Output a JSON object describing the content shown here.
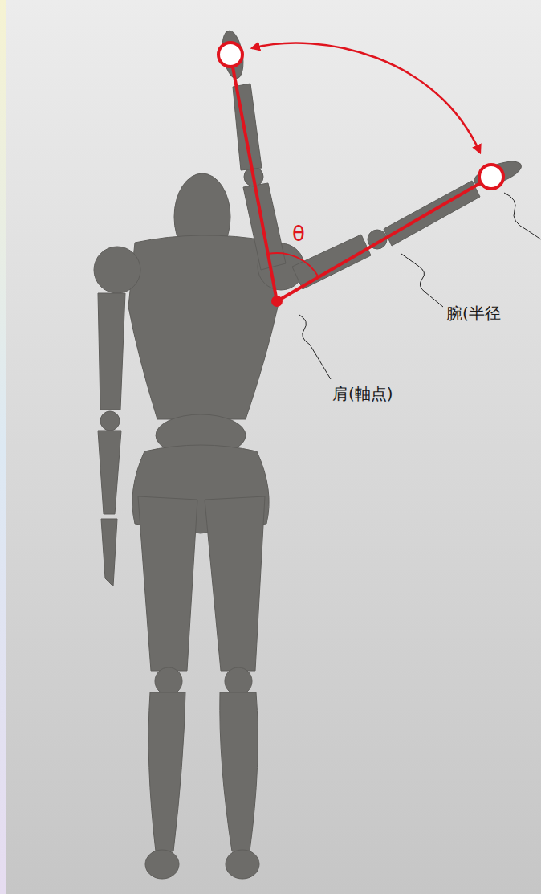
{
  "diagram": {
    "labels": [
      "θ",
      "腕(半径",
      "肩(軸点)"
    ]
  }
}
